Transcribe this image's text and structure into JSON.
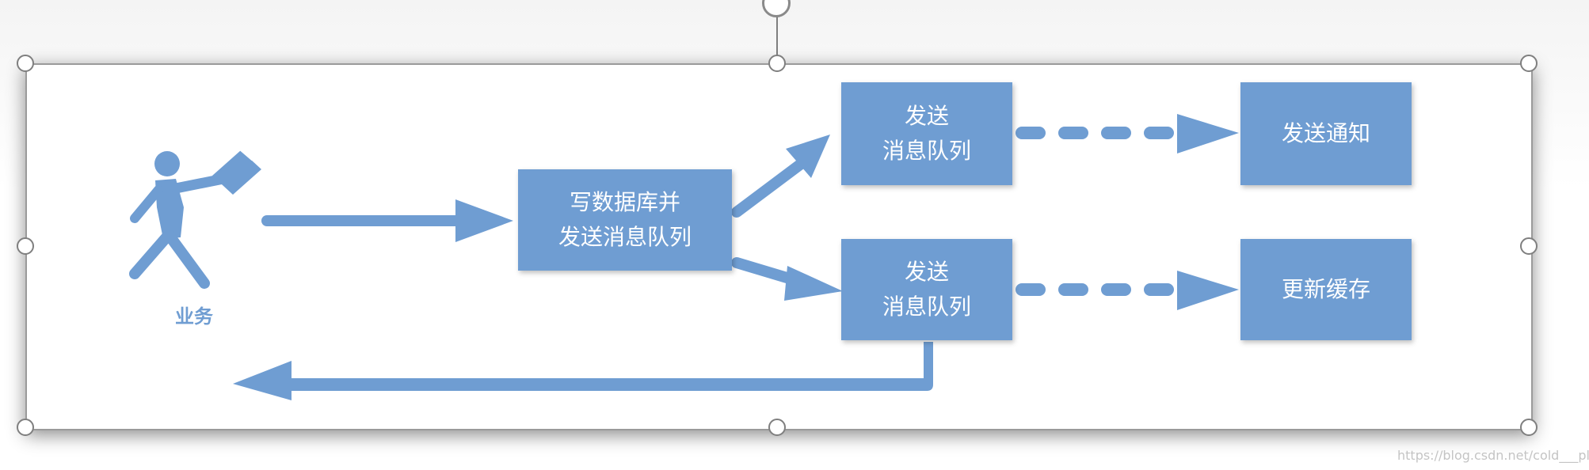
{
  "diagram": {
    "actor_label": "业务",
    "main_box": "写数据库并\n发送消息队列",
    "queue_box_top": "发送\n消息队列",
    "queue_box_bottom": "发送\n消息队列",
    "result_top": "发送通知",
    "result_bottom": "更新缓存"
  },
  "watermark": "https://blog.csdn.net/cold___play",
  "colors": {
    "accent": "#6f9dd2",
    "handle_border": "#7f7f7f",
    "frame_border": "#9a9a9a"
  }
}
